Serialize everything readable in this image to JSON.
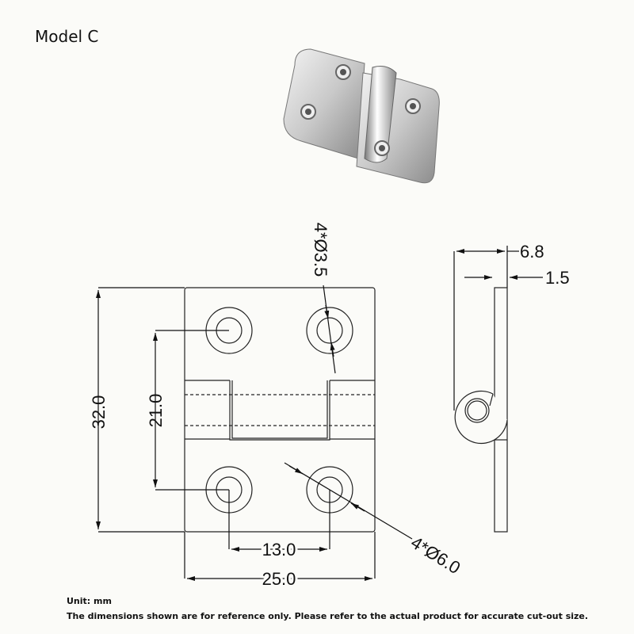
{
  "title": "Model C",
  "dimensions": {
    "height_total": "32.0",
    "hole_pitch_vertical": "21.0",
    "hole_pitch_horizontal": "13.0",
    "width_total": "25.0",
    "hole_diameter": "4*Ø3.5",
    "countersink_diameter": "4*Ø6.0",
    "open_thickness": "6.8",
    "leaf_thickness": "1.5"
  },
  "notes": {
    "unit": "Unit: mm",
    "disclaimer": "The dimensions shown are for reference only. Please refer to the actual product for accurate cut-out size."
  }
}
